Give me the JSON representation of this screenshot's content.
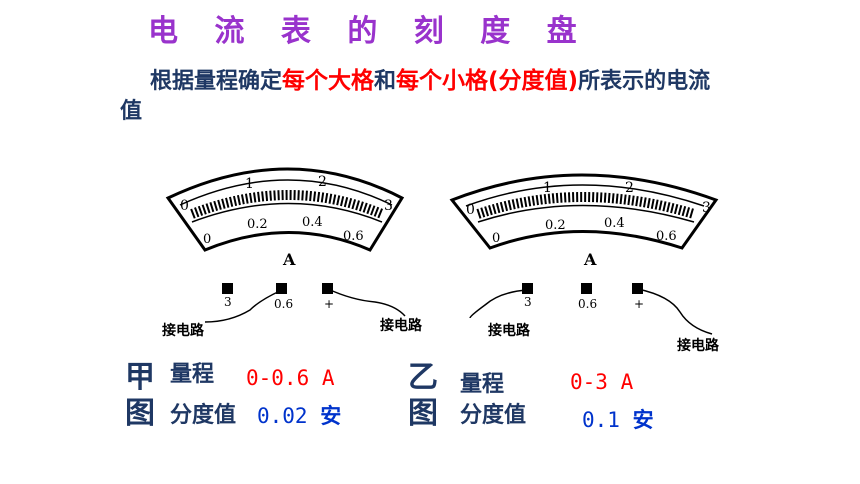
{
  "title": "电 流 表 的 刻 度 盘",
  "intro": {
    "part1": "根据量程确定",
    "part2": "每个大格",
    "part3": "和",
    "part4": "每个小格(分度值)",
    "part5": "所表示的电流值"
  },
  "meters": [
    {
      "top_ticks": [
        "0",
        "1",
        "2",
        "3"
      ],
      "bottom_ticks": [
        "0",
        "0.2",
        "0.4",
        "0.6"
      ],
      "unit": "A",
      "terminals": [
        "3",
        "0.6",
        "+"
      ],
      "wire_labels": [
        "接电路",
        "接电路"
      ]
    },
    {
      "top_ticks": [
        "0",
        "1",
        "2",
        "3"
      ],
      "bottom_ticks": [
        "0",
        "0.2",
        "0.4",
        "0.6"
      ],
      "unit": "A",
      "terminals": [
        "3",
        "0.6",
        "+"
      ],
      "wire_labels": [
        "接电路",
        "接电路"
      ]
    }
  ],
  "panels": [
    {
      "name_char1": "甲",
      "name_char2": "图",
      "range_label": "量程",
      "range_value": "0-0.6 A",
      "division_label": "分度值",
      "division_value": "0.02",
      "division_unit": "安"
    },
    {
      "name_char1": "乙",
      "name_char2": "图",
      "range_label": "量程",
      "range_value": "0-3 A",
      "division_label": "分度值",
      "division_value": "0.1",
      "division_unit": "安"
    }
  ],
  "colors": {
    "title": "#9933cc",
    "text": "#1f3864",
    "highlight": "#ff0000",
    "value_blue": "#0033cc"
  }
}
